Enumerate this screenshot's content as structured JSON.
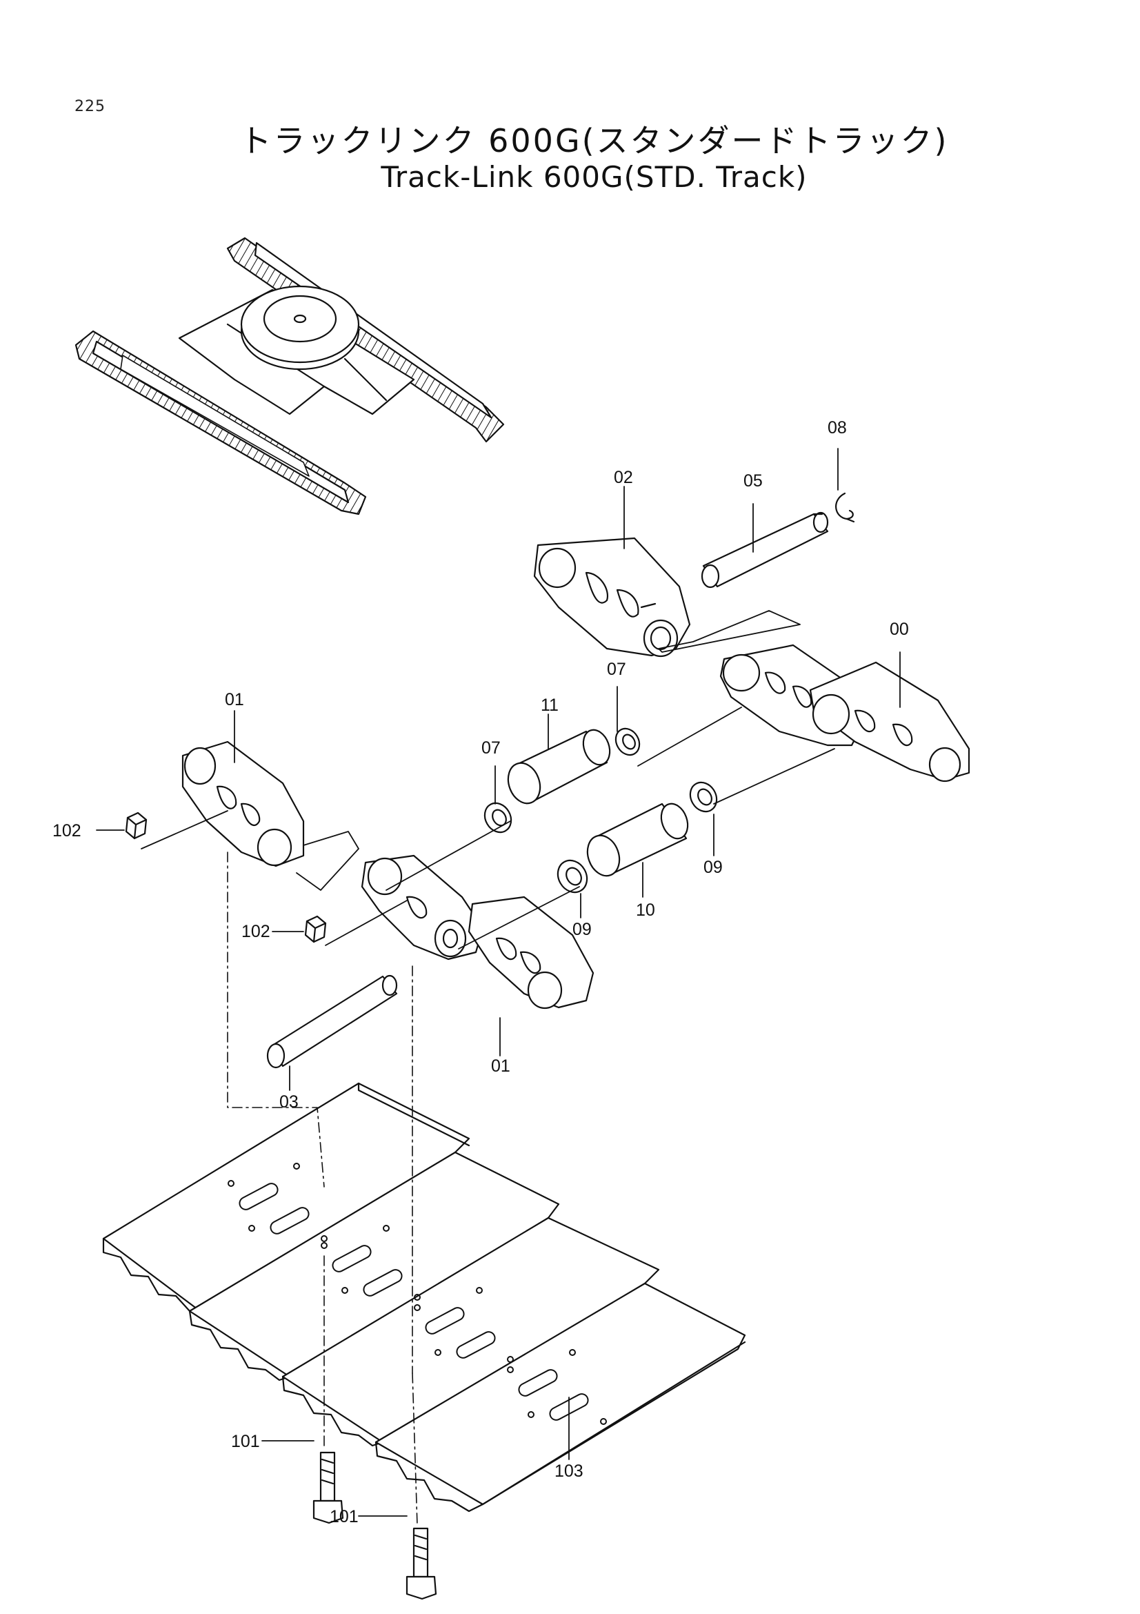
{
  "page_number": "225",
  "title_ja": "トラックリンク 600G(スタンダードトラック)",
  "title_en": "Track-Link 600G(STD. Track)",
  "colors": {
    "line": "#111111",
    "background": "#ffffff"
  },
  "callouts": {
    "p00": "00",
    "p01a": "01",
    "p01b": "01",
    "p02": "02",
    "p03": "03",
    "p05": "05",
    "p07a": "07",
    "p07b": "07",
    "p08": "08",
    "p09a": "09",
    "p09b": "09",
    "p10": "10",
    "p11": "11",
    "p101a": "101",
    "p101b": "101",
    "p102a": "102",
    "p102b": "102",
    "p103": "103"
  }
}
